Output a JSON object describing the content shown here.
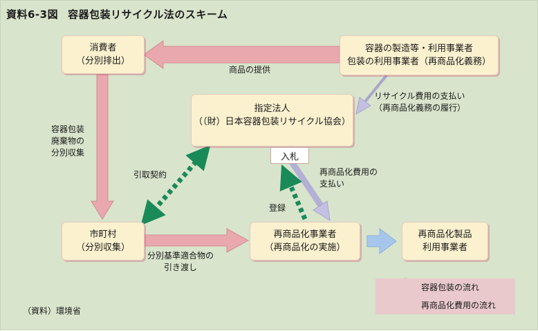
{
  "title": {
    "label": "資料6-3図",
    "text": "容器包装リサイクル法のスキーム"
  },
  "boxes": {
    "consumer": [
      "消費者",
      "（分別排出）"
    ],
    "manufacturer": [
      "容器の製造等・利用事業者",
      "包装の利用事業者（再商品化義務）"
    ],
    "designated": [
      "指定法人",
      "（（財）日本容器包装リサイクル協会）"
    ],
    "bid": "入札",
    "municipality": [
      "市町村",
      "（分別収集）"
    ],
    "recycler": [
      "再商品化事業者",
      "（再商品化の実施）"
    ],
    "product_user": [
      "再商品化製品",
      "利用事業者"
    ]
  },
  "labels": {
    "goods_supply": "商品の提供",
    "recycle_fee": [
      "リサイクル費用の支払い",
      "（再商品化義務の履行）"
    ],
    "separate_collection": [
      "容器包装",
      "廃棄物の",
      "分別収集"
    ],
    "contract": "引取契約",
    "fee_payment": [
      "再商品化費用の",
      "支払い"
    ],
    "registration": "登録",
    "handover": [
      "分別基準適合物の",
      "引き渡し"
    ]
  },
  "legend": [
    {
      "label": "容器包装の流れ",
      "color": "#e8a8ae"
    },
    {
      "label": "再商品化費用の流れ",
      "color": "#c3c0e3"
    }
  ],
  "source": "（資料）環境省"
}
